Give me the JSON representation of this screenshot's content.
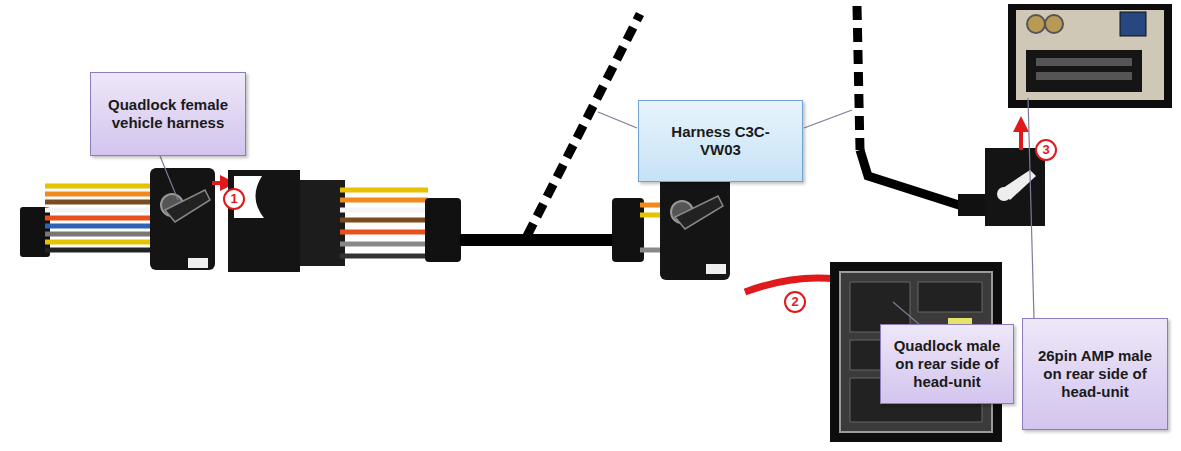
{
  "diagram": {
    "nodes": [
      {
        "text": [
          "Quadlock female vehicle harness"
        ]
      },
      {
        "text": [
          "Harness C3C-VW03"
        ]
      },
      {
        "text": [
          "Quadlock male on rear side of head-unit"
        ]
      },
      {
        "text": [
          "26pin AMP male on rear side of head-unit"
        ]
      }
    ],
    "labels": [
      "1",
      "2",
      "3"
    ]
  }
}
